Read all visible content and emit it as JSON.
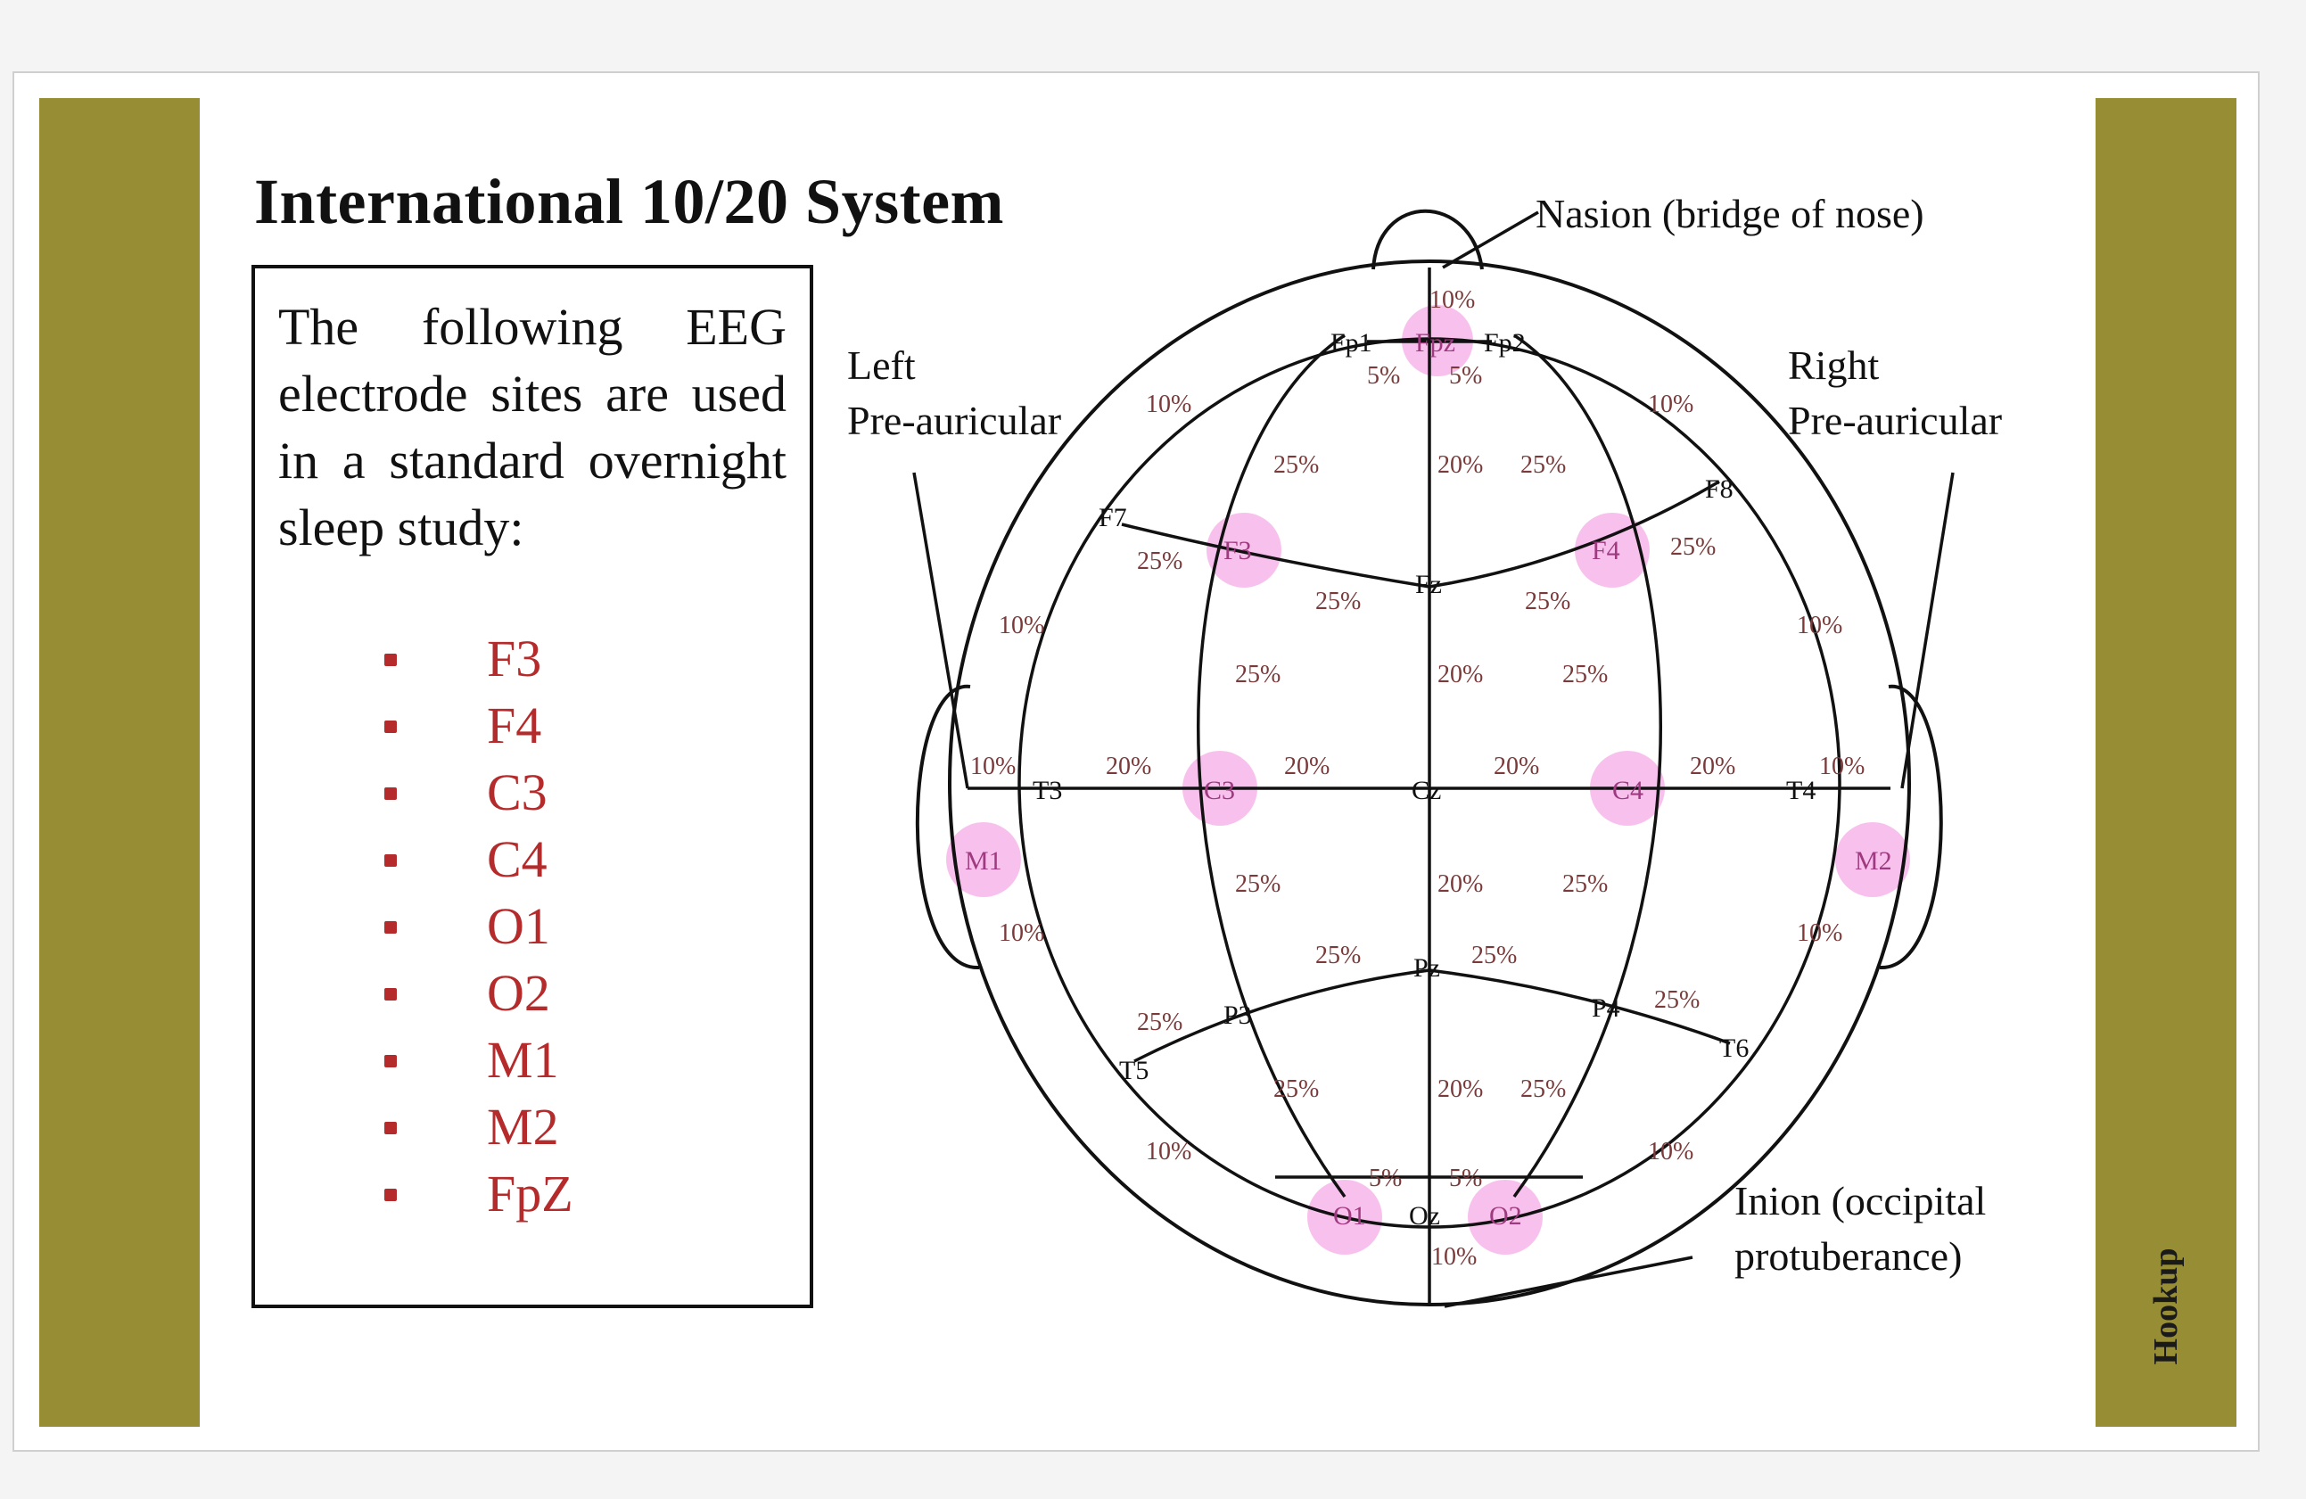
{
  "title": "International 10/20 System",
  "intro_text": "The following EEG electrode sites are used in a standard overnight sleep study:",
  "electrode_sites": [
    "F3",
    "F4",
    "C3",
    "C4",
    "O1",
    "O2",
    "M1",
    "M2",
    "FpZ"
  ],
  "side_label": "Hookup",
  "colors": {
    "sidebar": "#978d34",
    "highlight": "#f7b6ea",
    "list_text": "#b52a2a"
  },
  "diagram": {
    "callouts": {
      "nasion": "Nasion (bridge of nose)",
      "left_1": "Left",
      "left_2": "Pre-auricular",
      "right_1": "Right",
      "right_2": "Pre-auricular",
      "inion_1": "Inion (occipital",
      "inion_2": "protuberance)"
    },
    "electrodes": {
      "fp1": "Fp1",
      "fpz": "Fpz",
      "fp2": "Fp2",
      "f7": "F7",
      "f3": "F3",
      "fz": "Fz",
      "f4": "F4",
      "f8": "F8",
      "t3": "T3",
      "c3": "C3",
      "cz": "Cz",
      "c4": "C4",
      "t4": "T4",
      "m1": "M1",
      "m2": "M2",
      "t5": "T5",
      "p3": "P3",
      "pz": "Pz",
      "p4": "P4",
      "t6": "T6",
      "o1": "O1",
      "oz": "Oz",
      "o2": "O2"
    },
    "highlighted": [
      "fpz",
      "f3",
      "f4",
      "c3",
      "c4",
      "m1",
      "m2",
      "o1",
      "o2"
    ],
    "percentages": {
      "p10": "10%",
      "p20": "20%",
      "p25": "25%",
      "p5": "5%"
    }
  }
}
